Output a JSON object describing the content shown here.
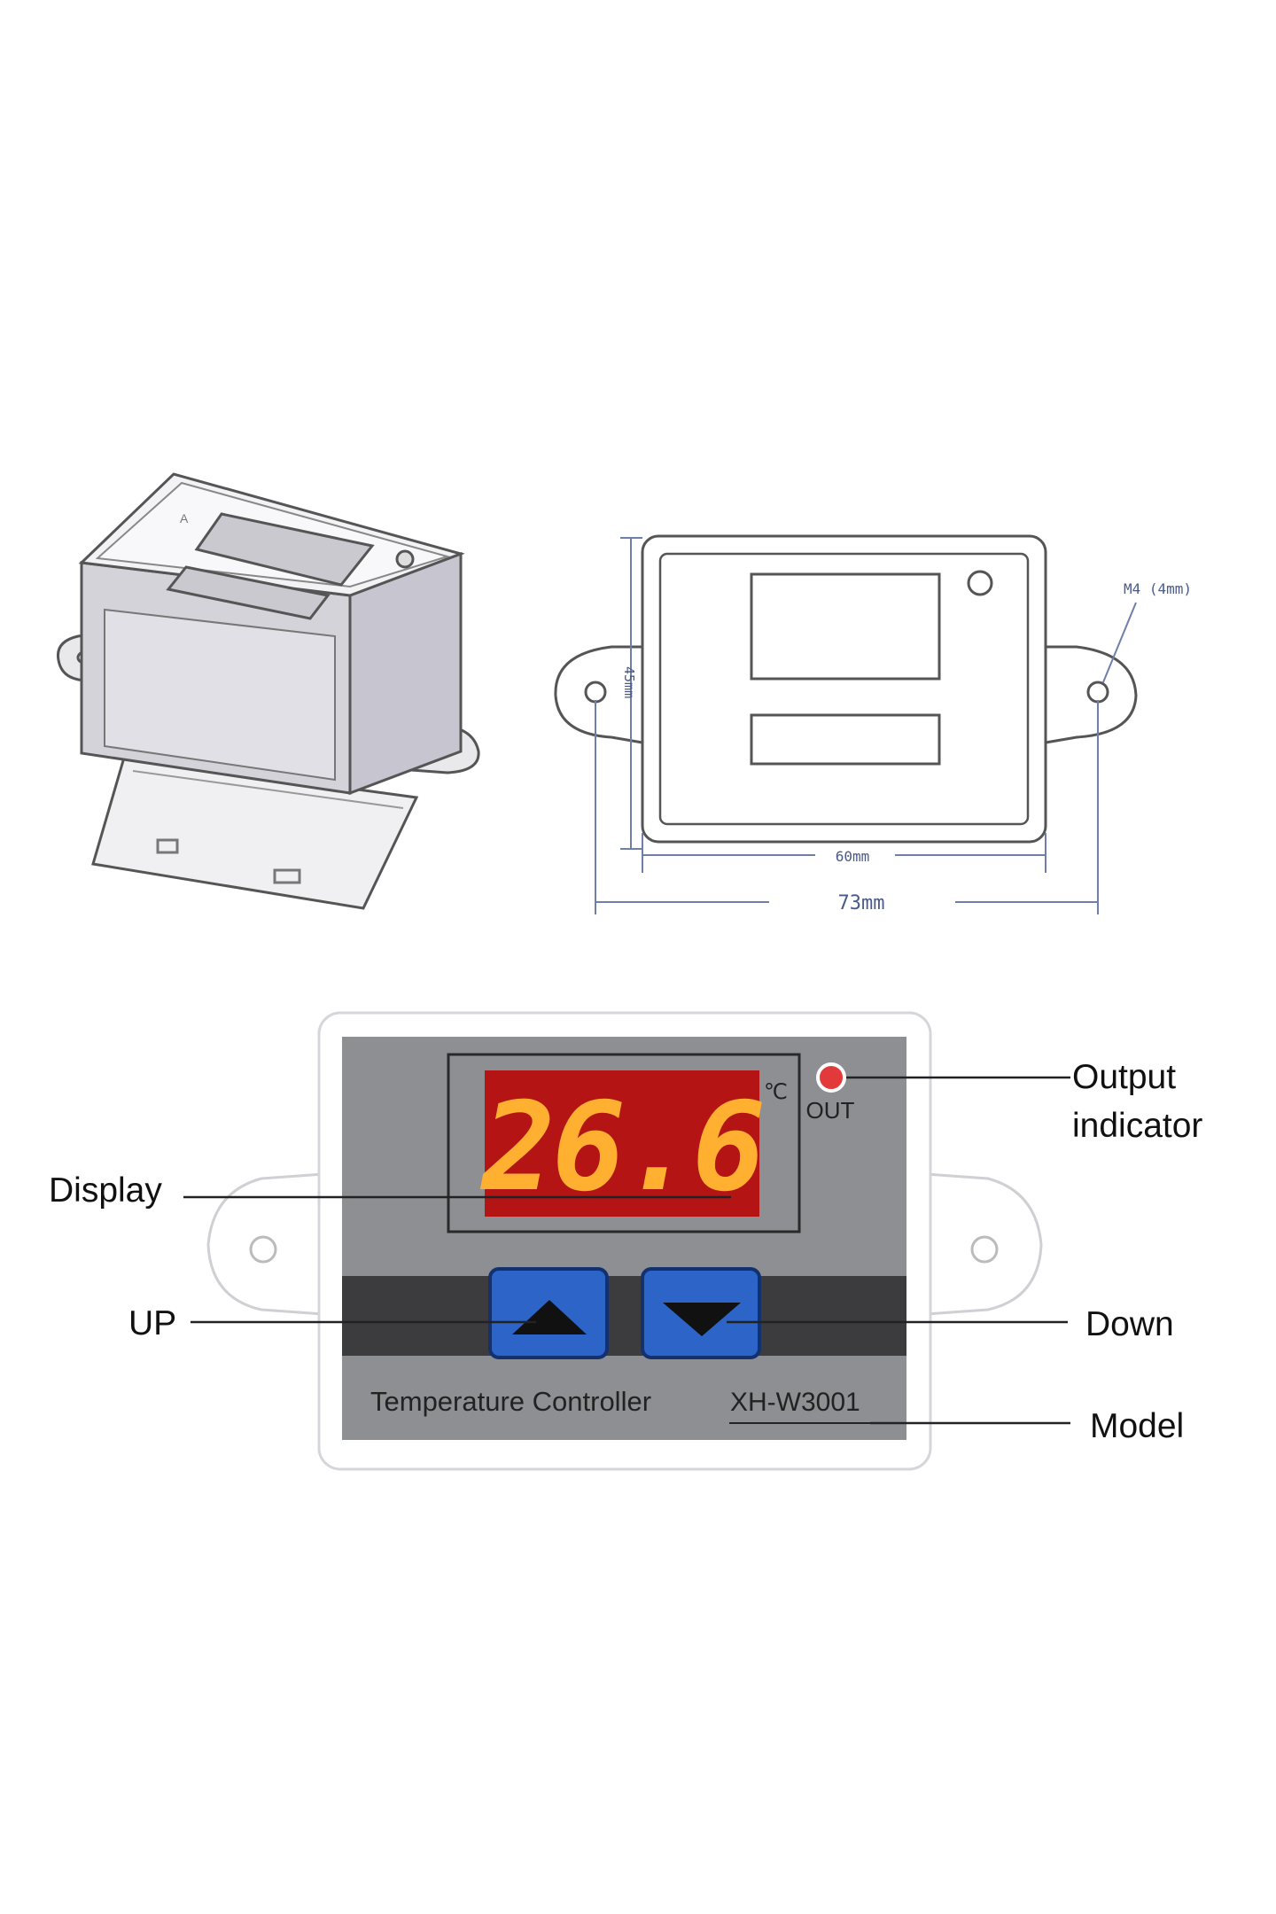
{
  "drawing": {
    "dim_height": "45mm",
    "dim_inner_width": "60mm",
    "dim_outer_width": "73mm",
    "dim_hole": "M4 (4mm)"
  },
  "device": {
    "display_value": "26.6",
    "unit": "℃",
    "out_label": "OUT",
    "panel_title": "Temperature Controller",
    "model": "XH-W3001"
  },
  "callouts": {
    "output_line1": "Output",
    "output_line2": "indicator",
    "display": "Display",
    "up": "UP",
    "down": "Down",
    "model": "Model"
  },
  "colors": {
    "panel_gray": "#8e8f93",
    "dark_band": "#3c3c3e",
    "button_blue": "#2c64c8",
    "display_red": "#b41414",
    "digit_amber": "#ffb030",
    "dimension_line": "#6f7fa8"
  }
}
